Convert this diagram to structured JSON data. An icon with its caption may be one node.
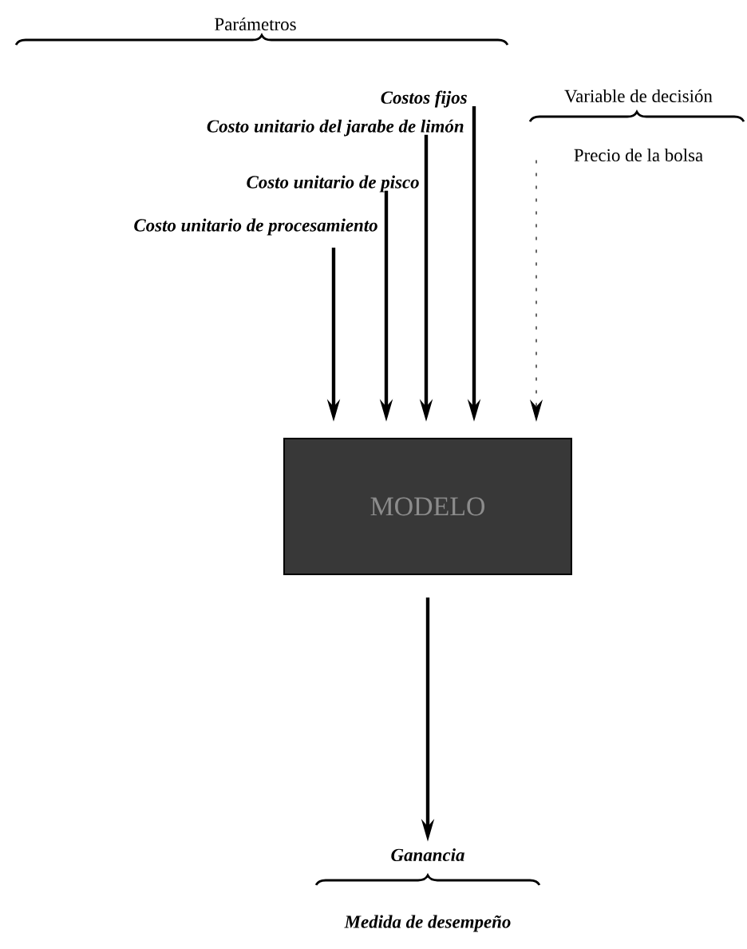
{
  "diagram": {
    "nodes": [
      {
        "text": [
          "Costo unitario de procesamiento"
        ]
      },
      {
        "text": [
          "Costo unitario de pisco"
        ]
      },
      {
        "text": [
          "Costo unitario del jarabe de limón"
        ]
      },
      {
        "text": [
          "Costos fijos"
        ]
      },
      {
        "text": [
          "Precio de la bolsa"
        ]
      },
      {
        "text": [
          "MODELO"
        ]
      },
      {
        "text": [
          "Ganancia"
        ]
      }
    ],
    "edges": [
      {
        "from": 0,
        "to": 5,
        "arrow": "to"
      },
      {
        "from": 1,
        "to": 5,
        "arrow": "to"
      },
      {
        "from": 2,
        "to": 5,
        "arrow": "to"
      },
      {
        "from": 3,
        "to": 5,
        "arrow": "to"
      },
      {
        "from": 4,
        "to": 5,
        "arrow": "to",
        "style": "dashed"
      },
      {
        "from": 5,
        "to": 6,
        "arrow": "to"
      }
    ],
    "labels": [
      "Parámetros",
      "Variable de decisión",
      "Medida de desempeño"
    ]
  }
}
